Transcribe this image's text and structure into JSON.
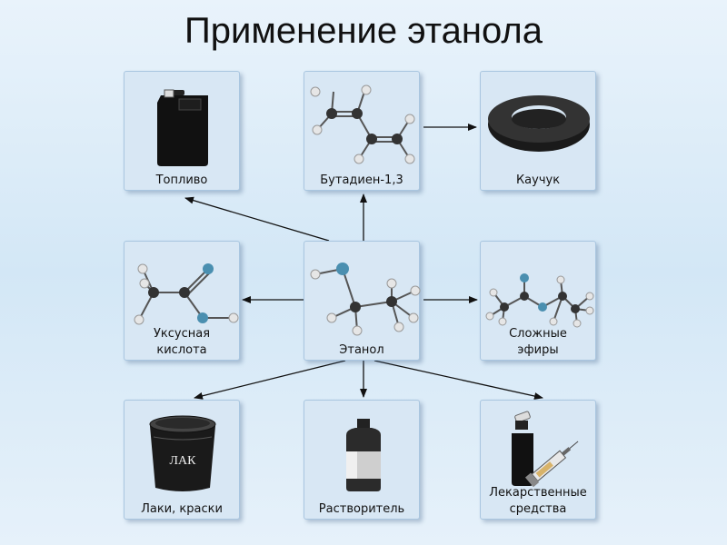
{
  "title": "Применение этанола",
  "nodes": {
    "fuel": "Топливо",
    "butadiene": "Бутадиен-1,3",
    "rubber": "Каучук",
    "acetic_1": "Уксусная",
    "acetic_2": "кислота",
    "ethanol": "Этанол",
    "esters_1": "Сложные",
    "esters_2": "эфиры",
    "varnish": "Лаки, краски",
    "varnish_can_text": "ЛАК",
    "solvent": "Растворитель",
    "medicine_1": "Лекарственные",
    "medicine_2": "средства"
  },
  "colors": {
    "panel": "#d8e7f4",
    "oxygen_atom": "#4a8fb0",
    "carbon_atom": "#333333",
    "hydrogen_atom": "#e6e6e6"
  }
}
